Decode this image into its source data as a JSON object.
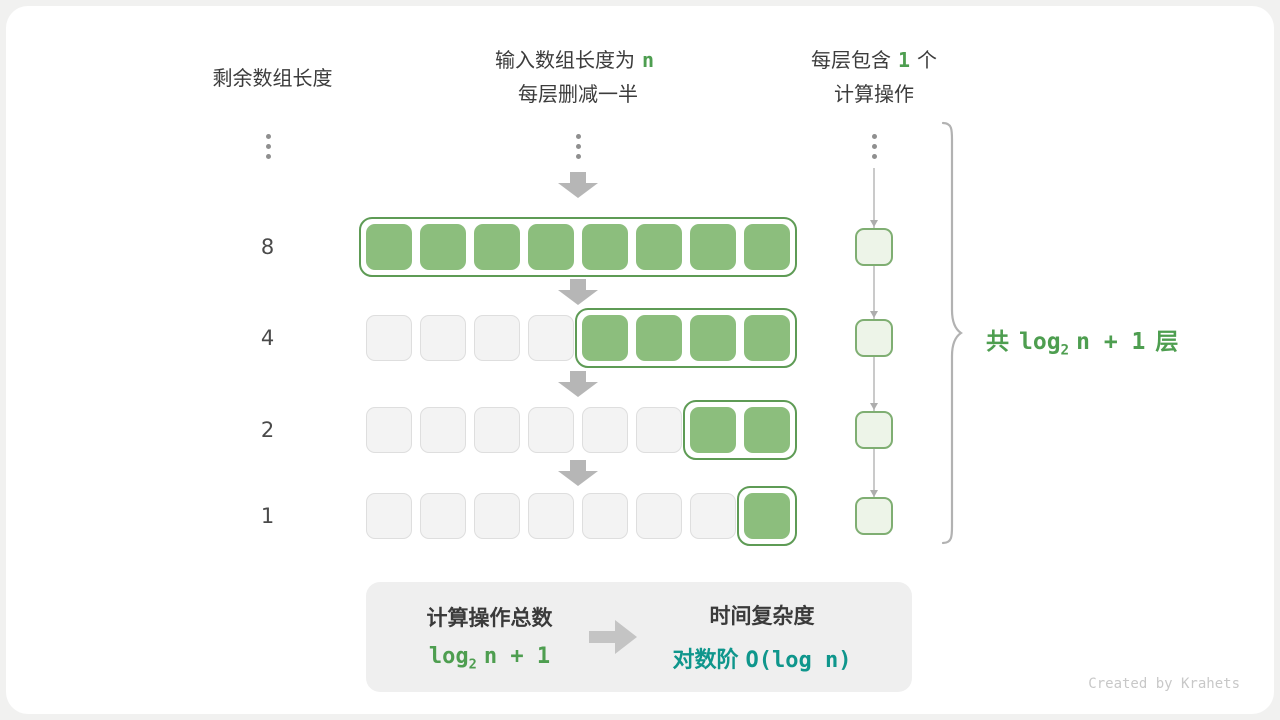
{
  "headers": {
    "left": "剩余数组长度",
    "center_line1_prefix": "输入数组长度为",
    "center_line1_value": "n",
    "center_line2": "每层删减一半",
    "right_line1_prefix": "每层包含",
    "right_line1_value": "1",
    "right_line1_suffix": "个",
    "right_line2": "计算操作"
  },
  "rows": [
    {
      "label": "8",
      "total_cells": 8,
      "active_cells": 8
    },
    {
      "label": "4",
      "total_cells": 8,
      "active_cells": 4
    },
    {
      "label": "2",
      "total_cells": 8,
      "active_cells": 2
    },
    {
      "label": "1",
      "total_cells": 8,
      "active_cells": 1
    }
  ],
  "operations_column": {
    "count": 4
  },
  "brace_label": {
    "prefix": "共",
    "log": "log",
    "sub": "2",
    "rest": "n + 1",
    "suffix": "层"
  },
  "summary": {
    "left_title": "计算操作总数",
    "left_formula_log": "log",
    "left_formula_sub": "2",
    "left_formula_rest": "n + 1",
    "right_title": "时间复杂度",
    "right_prefix": "对数阶",
    "right_formula": "O(log n)"
  },
  "credit": "Created by Krahets",
  "colors": {
    "active_green": "#8cbe7d",
    "group_border_green": "#5e9b55",
    "inactive_gray": "#f3f3f3",
    "operation_fill": "#edf4e8",
    "operation_border": "#7fae72",
    "accent_green_text": "#4e9e50",
    "teal_text": "#0f968c",
    "arrow_gray": "#b6b6b6"
  }
}
